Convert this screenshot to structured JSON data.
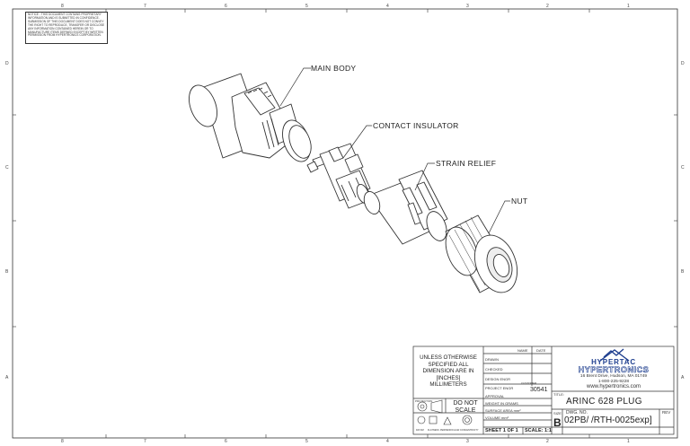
{
  "border": {
    "top_zones": [
      "8",
      "7",
      "6",
      "5",
      "4",
      "3",
      "2",
      "1"
    ],
    "bottom_zones": [
      "8",
      "7",
      "6",
      "5",
      "4",
      "3",
      "2",
      "1"
    ],
    "side_zones": [
      "D",
      "C",
      "B",
      "A"
    ]
  },
  "notice": "NOTICE - THIS DOCUMENT CONTAINS PROPRIETARY INFORMATION AND IS SUBMITTED IN CONFIDENCE. SUBMISSION OF THIS DOCUMENT DOES NOT CONVEY THE RIGHT TO REPRODUCE, TRANSFER OR DISCLOSE ANY INFORMATION CONTAINED HEREIN OR TO MANUFACTURE ITEMS DEFINED EXCEPT BY WRITTEN PERMISSION FROM HYPERTRONICS CORPORATION.",
  "callouts": {
    "main_body": "MAIN BODY",
    "contact_insulator": "CONTACT INSULATOR",
    "strain_relief": "STRAIN RELIEF",
    "nut": "NUT"
  },
  "title_block": {
    "tolerance_note": [
      "UNLESS OTHERWISE",
      "SPECIFIED ALL",
      "DIMENSION ARE IN",
      "[INCHES]",
      "MILLIMETERS"
    ],
    "projection_label": "PROJECTION",
    "do_not_scale": [
      "DO NOT",
      "SCALE"
    ],
    "col_name": "NAME",
    "col_date": "DATE",
    "rows": [
      "DRAWN",
      "CHECKED",
      "DESIGN ENGR",
      "PROJECT ENGR",
      "APPROVAL",
      "WEIGHT IN GRAMS",
      "SURFACE AREA mm²",
      "VOLUME mm³"
    ],
    "customer_label": "CUSTOMER",
    "customer_value": "30541",
    "symbol_labels": [
      "DATUM",
      "FLATNESS",
      "PERPENDICULAR",
      "CONCENTRICITY"
    ],
    "company": {
      "name_top": "HYPERTAC",
      "name_bottom": "HYPERTRONICS",
      "address": "16 Brent Drive, Hudson, MA 01749",
      "phone": "1-800-225-9228",
      "web": "www.hypertronics.com"
    },
    "title_label": "TITLE:",
    "title": "ARINC 628 PLUG",
    "size_label": "SIZE",
    "size_value": "B",
    "dwg_label": "DWG. NO.",
    "dwg_no": "02PB/ /RTH-0025exp]",
    "rev_label": "REV",
    "sheet": "SHEET 1 OF 1",
    "scale": "SCALE: 1:1"
  },
  "colors": {
    "line": "#333333",
    "brand_blue": "#1f3f8f"
  }
}
